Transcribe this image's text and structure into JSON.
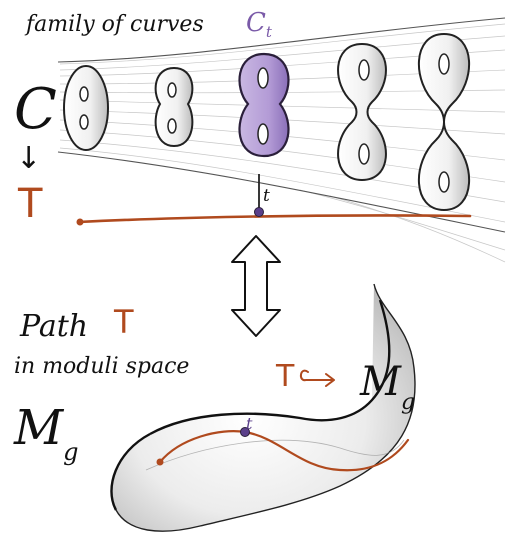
{
  "labels": {
    "title": "family of curves",
    "fiber": "C",
    "fiber_sub": "t",
    "total_space": "C",
    "projection_arrow": "↓",
    "base": "T",
    "base_point": "t",
    "path_word": "Path",
    "path_T": "T",
    "moduli_line": "in moduli space",
    "moduli_symbol": "M",
    "moduli_sub": "g",
    "embed_T": "T",
    "embed_M": "M",
    "embed_sub": "g",
    "surface_point": "t"
  },
  "colors": {
    "ink": "#111111",
    "base_line": "#b04a1e",
    "fiber_highlight": "#b8a3d6",
    "point": "#5a3f8a",
    "surface": "#e6e6e6"
  },
  "icons": {
    "equivalence": "double-headed-vertical-arrow",
    "embedding": "hook-arrow"
  }
}
